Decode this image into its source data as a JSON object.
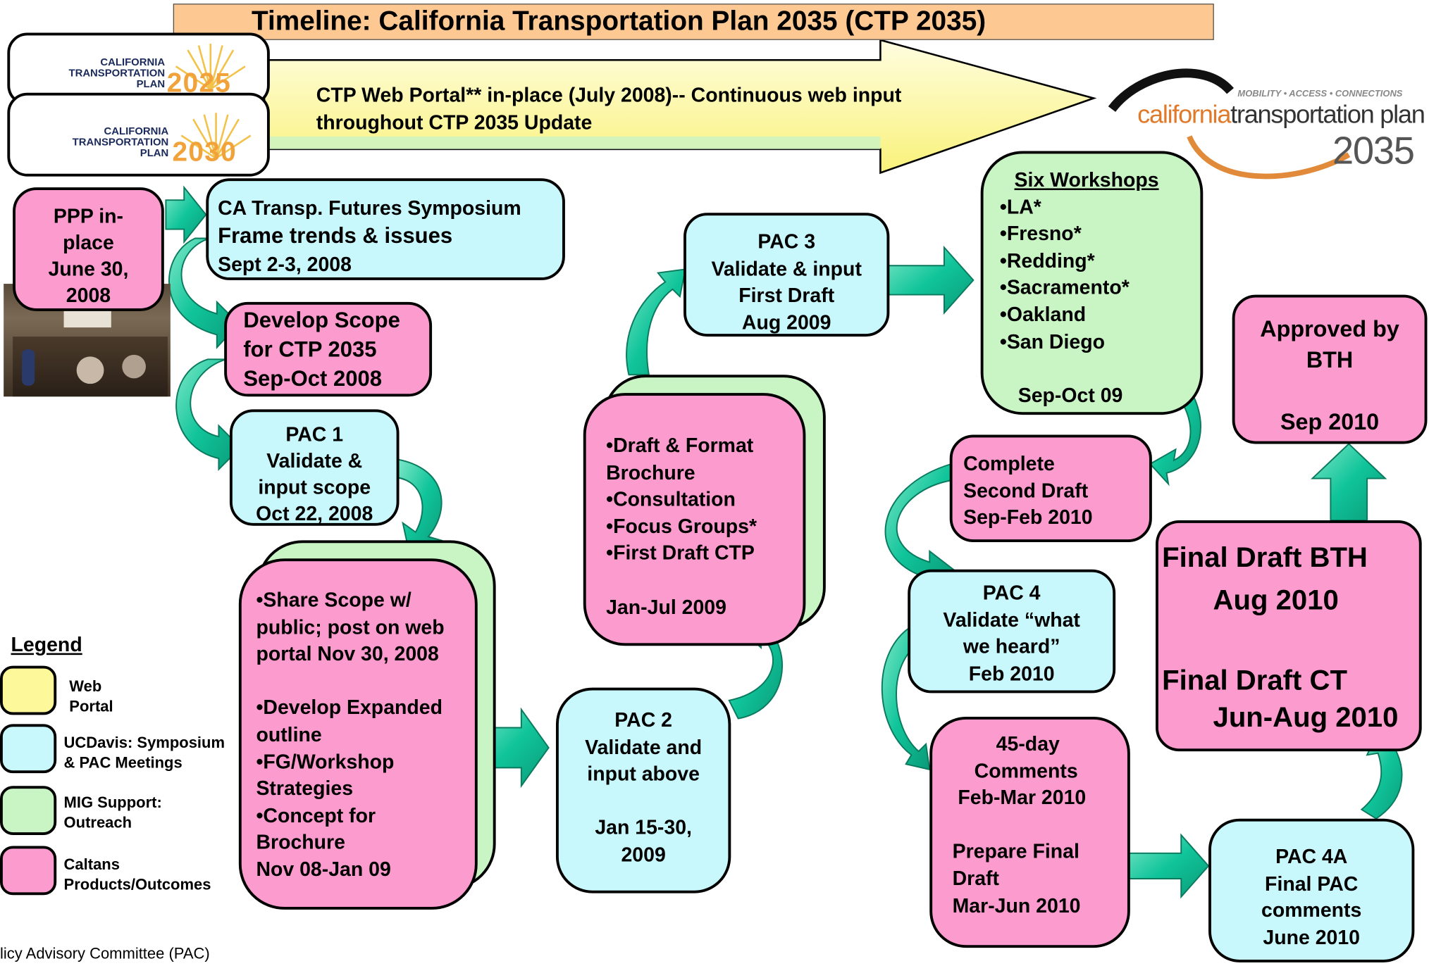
{
  "title": "Timeline:  California Transportation Plan 2035 (CTP 2035)",
  "logo_2025": {
    "line1": "CALIFORNIA",
    "line2": "TRANSPORTATION",
    "line3": "PLAN",
    "year": "2025"
  },
  "logo_2030": {
    "line1": "CALIFORNIA",
    "line2": "TRANSPORTATION",
    "line3": "PLAN",
    "year": "2030"
  },
  "logo_2035": {
    "tagline": "MOBILITY • ACCESS • CONNECTIONS",
    "word1": "california",
    "word2": "transportation plan",
    "year": "2035"
  },
  "web_portal": {
    "lines": [
      "CTP Web Portal** in-place (July 2008)-- Continuous web input",
      "throughout CTP 2035 Update"
    ]
  },
  "boxes": {
    "ppp": [
      "PPP  in-",
      "place",
      "June 30,",
      "2008"
    ],
    "symposium": [
      "CA Transp. Futures Symposium",
      "Frame trends & issues",
      "Sept 2-3, 2008"
    ],
    "develop_scope": [
      "Develop Scope",
      "for CTP 2035",
      "Sep-Oct 2008"
    ],
    "pac1": [
      "PAC 1",
      "Validate &",
      "input scope",
      "Oct 22, 2008"
    ],
    "share_scope": [
      "•Share Scope w/",
      "public; post on web",
      "portal Nov 30, 2008",
      "",
      "•Develop Expanded",
      "outline",
      "•FG/Workshop",
      "Strategies",
      "•Concept for",
      "Brochure",
      "Nov 08-Jan 09"
    ],
    "pac2": [
      "PAC 2",
      "Validate and",
      "input above",
      "",
      "Jan 15-30,",
      "2009"
    ],
    "draft_brochure": [
      "•Draft & Format",
      "Brochure",
      "•Consultation",
      "•Focus Groups*",
      "•First Draft CTP",
      "",
      "Jan-Jul 2009"
    ],
    "pac3": [
      "PAC 3",
      "Validate & input",
      "First Draft",
      "Aug 2009"
    ],
    "workshops_title": "Six Workshops",
    "workshops": [
      "•LA*",
      "•Fresno*",
      "•Redding*",
      "•Sacramento*",
      "•Oakland",
      "•San Diego"
    ],
    "workshops_date": "Sep-Oct 09",
    "second_draft": [
      "Complete",
      "Second Draft",
      "Sep-Feb 2010"
    ],
    "pac4": [
      "PAC 4",
      "Validate “what",
      "we heard”",
      "Feb 2010"
    ],
    "comments": [
      "45-day",
      "Comments",
      "Feb-Mar 2010",
      "",
      "Prepare Final",
      "Draft",
      "Mar-Jun 2010"
    ],
    "pac4a": [
      "PAC 4A",
      "Final PAC",
      "comments",
      "June 2010"
    ],
    "final_draft": [
      "Final Draft BTH",
      "Aug 2010",
      "",
      "Final Draft CT",
      "Jun-Aug 2010"
    ],
    "approved": [
      "Approved by",
      "BTH",
      "",
      "Sep 2010"
    ]
  },
  "legend": {
    "title": "Legend",
    "items": [
      {
        "label": [
          "Web",
          "Portal"
        ],
        "color": "#fdf99a"
      },
      {
        "label": [
          "UCDavis: Symposium",
          "& PAC Meetings"
        ],
        "color": "#c8f7fc"
      },
      {
        "label": [
          "MIG Support:",
          "Outreach"
        ],
        "color": "#c9f5c5"
      },
      {
        "label": [
          "Caltans",
          "Products/Outcomes"
        ],
        "color": "#fc9bce"
      }
    ]
  },
  "footnote": "licy Advisory Committee (PAC)",
  "colors": {
    "pink": "#fc9bce",
    "cyan": "#c8f7fc",
    "green": "#c9f5c5",
    "yellow": "#fdf99a",
    "title_bg": "#fdc892",
    "arrow": "#10c49a",
    "arrow_dark": "#0a7a5e"
  }
}
